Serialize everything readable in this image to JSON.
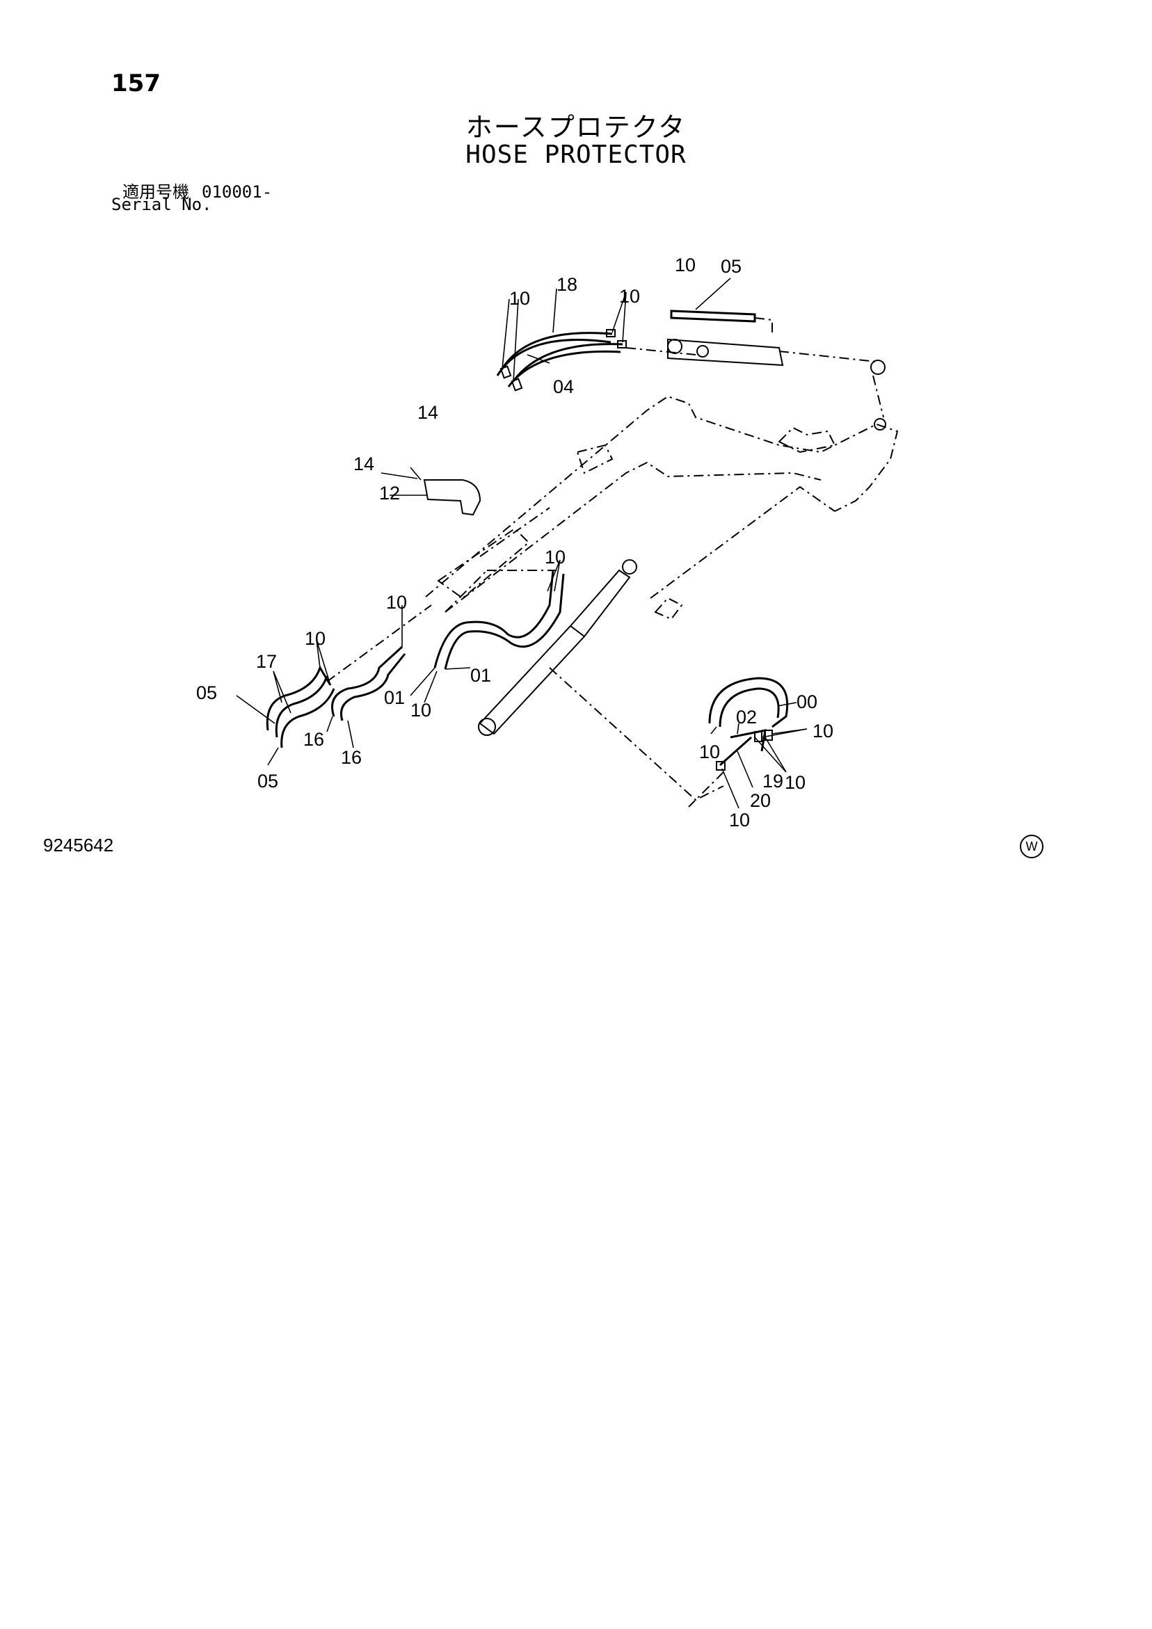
{
  "header": {
    "page_number": "157",
    "title_jp": "ホースプロテクタ",
    "title_en": "HOSE PROTECTOR",
    "serial_label_jp": "適用号機",
    "serial_range": "010001-",
    "serial_label_en": "Serial No."
  },
  "footer": {
    "drawing_number": "9245642",
    "mark": "W"
  },
  "callouts": [
    "10",
    "05",
    "10",
    "18",
    "10",
    "04",
    "14",
    "14",
    "12",
    "10",
    "10",
    "10",
    "17",
    "05",
    "16",
    "16",
    "01",
    "01",
    "10",
    "05",
    "00",
    "02",
    "10",
    "10",
    "19",
    "10",
    "20",
    "10"
  ]
}
